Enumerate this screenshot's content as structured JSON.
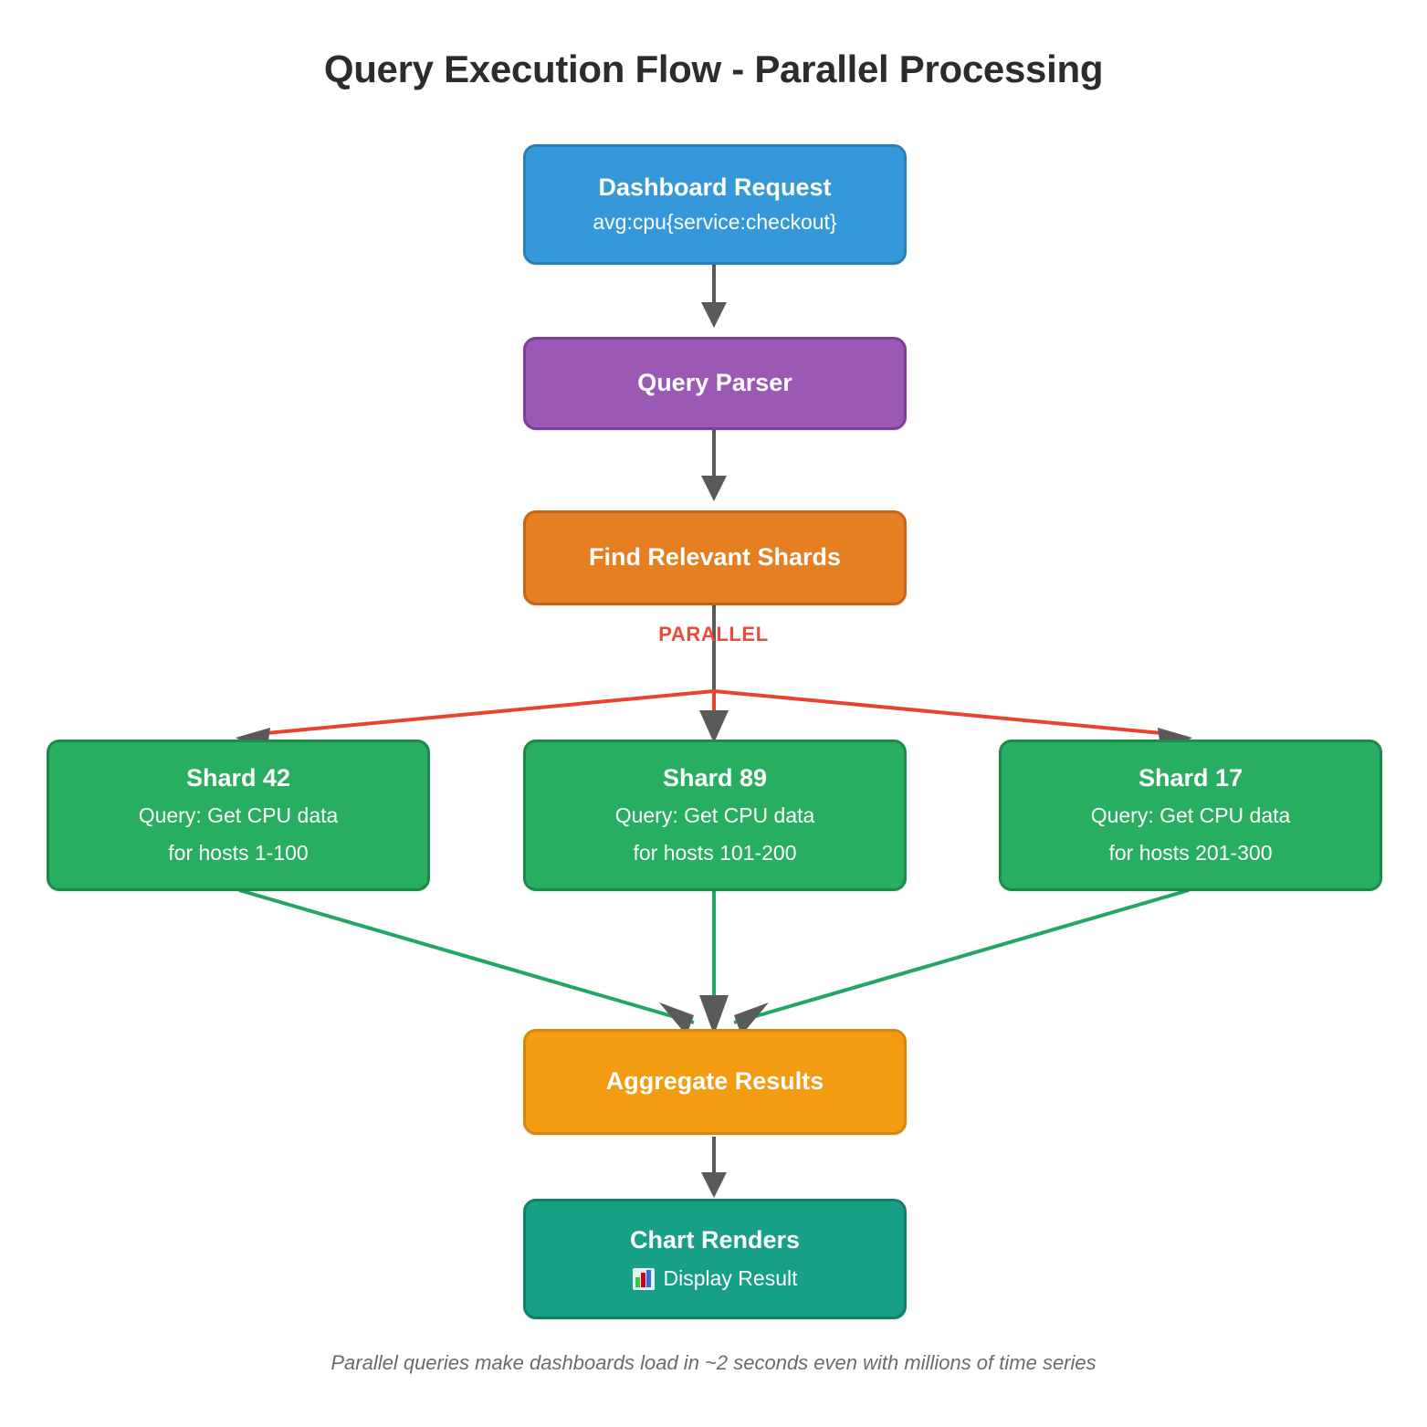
{
  "page": {
    "title": "Query Execution Flow - Parallel Processing",
    "footer_note": "Parallel queries make dashboards load in ~2 seconds even with millions of time series",
    "background_color": "#ffffff",
    "title_color": "#2c2c2c"
  },
  "chart_data": {
    "type": "diagram",
    "title": "Query Execution Flow - Parallel Processing",
    "layout": "top-to-bottom flowchart with parallel fan-out and fan-in",
    "nodes": [
      {
        "id": "dashboard_request",
        "title": "Dashboard Request",
        "subtitle": "avg:cpu{service:checkout}",
        "fill": "#3498db",
        "stroke": "#2a7fba",
        "level": 0
      },
      {
        "id": "query_parser",
        "title": "Query Parser",
        "subtitle": "",
        "fill": "#9b59b6",
        "stroke": "#7d3f99",
        "level": 1
      },
      {
        "id": "find_shards",
        "title": "Find Relevant Shards",
        "subtitle": "",
        "fill": "#e67e22",
        "stroke": "#c5651a",
        "level": 2
      },
      {
        "id": "shard_42",
        "title": "Shard 42",
        "subtitle_line1": "Query: Get CPU data",
        "subtitle_line2": "for hosts 1-100",
        "fill": "#27ae60",
        "stroke": "#1d8a4b",
        "level": 3
      },
      {
        "id": "shard_89",
        "title": "Shard 89",
        "subtitle_line1": "Query: Get CPU data",
        "subtitle_line2": "for hosts 101-200",
        "fill": "#27ae60",
        "stroke": "#1d8a4b",
        "level": 3
      },
      {
        "id": "shard_17",
        "title": "Shard 17",
        "subtitle_line1": "Query: Get CPU data",
        "subtitle_line2": "for hosts 201-300",
        "fill": "#27ae60",
        "stroke": "#1d8a4b",
        "level": 3
      },
      {
        "id": "aggregate_results",
        "title": "Aggregate Results",
        "subtitle": "",
        "fill": "#f39c12",
        "stroke": "#d5860b",
        "level": 4
      },
      {
        "id": "chart_renders",
        "title": "Chart Renders",
        "subtitle": "Display Result",
        "icon": "bar-chart-emoji",
        "fill": "#16a085",
        "stroke": "#10806a",
        "level": 5
      }
    ],
    "edges": [
      {
        "from": "dashboard_request",
        "to": "query_parser",
        "color": "#5a5a5a",
        "label": ""
      },
      {
        "from": "query_parser",
        "to": "find_shards",
        "color": "#5a5a5a",
        "label": ""
      },
      {
        "from": "find_shards",
        "to": "fanout_junction",
        "color": "#5a5a5a",
        "label": "PARALLEL"
      },
      {
        "from": "fanout_junction",
        "to": "shard_42",
        "color": "#e8432e",
        "label": ""
      },
      {
        "from": "fanout_junction",
        "to": "shard_89",
        "color": "#e8432e",
        "label": ""
      },
      {
        "from": "fanout_junction",
        "to": "shard_17",
        "color": "#e8432e",
        "label": ""
      },
      {
        "from": "shard_42",
        "to": "aggregate_results",
        "color": "#21a663",
        "label": ""
      },
      {
        "from": "shard_89",
        "to": "aggregate_results",
        "color": "#21a663",
        "label": ""
      },
      {
        "from": "shard_17",
        "to": "aggregate_results",
        "color": "#21a663",
        "label": ""
      },
      {
        "from": "aggregate_results",
        "to": "chart_renders",
        "color": "#5a5a5a",
        "label": ""
      }
    ],
    "edge_labels": [
      {
        "text": "PARALLEL",
        "color": "#e74c3c"
      }
    ],
    "arrowhead_color": "#5a5a5a"
  },
  "nodes": {
    "dashboard_request": {
      "title": "Dashboard Request",
      "subtitle": "avg:cpu{service:checkout}"
    },
    "query_parser": {
      "title": "Query Parser"
    },
    "find_shards": {
      "title": "Find Relevant Shards"
    },
    "shard_42": {
      "title": "Shard 42",
      "line1": "Query: Get CPU data",
      "line2": "for hosts 1-100"
    },
    "shard_89": {
      "title": "Shard 89",
      "line1": "Query: Get CPU data",
      "line2": "for hosts 101-200"
    },
    "shard_17": {
      "title": "Shard 17",
      "line1": "Query: Get CPU data",
      "line2": "for hosts 201-300"
    },
    "aggregate_results": {
      "title": "Aggregate Results"
    },
    "chart_renders": {
      "title": "Chart Renders",
      "result_label": "Display Result",
      "result_icon": "bar-chart-icon"
    }
  },
  "labels": {
    "parallel": "PARALLEL"
  },
  "colors": {
    "blue": "#3498db",
    "purple": "#9b59b6",
    "orange": "#e67e22",
    "amber": "#f39c12",
    "green": "#27ae60",
    "teal": "#16a085",
    "edge_gray": "#5a5a5a",
    "edge_red": "#e8432e",
    "edge_green": "#21a663",
    "parallel_text": "#e74c3c",
    "footer_text": "#6b6b6b"
  }
}
